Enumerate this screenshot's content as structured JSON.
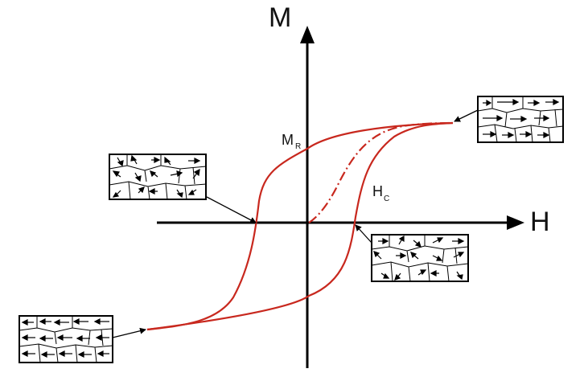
{
  "labels": {
    "m_axis": "M",
    "h_axis": "H",
    "remanence": "M",
    "remanence_sub": "R",
    "coercivity": "H",
    "coercivity_sub": "C"
  },
  "colors": {
    "curve": "#c8281e",
    "axes": "#000000",
    "domain_box": "#000000"
  },
  "domain_panels": [
    {
      "state": "positive-saturation",
      "arrow": "right"
    },
    {
      "state": "remanent-random",
      "arrow": "mixed"
    },
    {
      "state": "coercive-random",
      "arrow": "mixed"
    },
    {
      "state": "negative-saturation",
      "arrow": "left"
    }
  ]
}
